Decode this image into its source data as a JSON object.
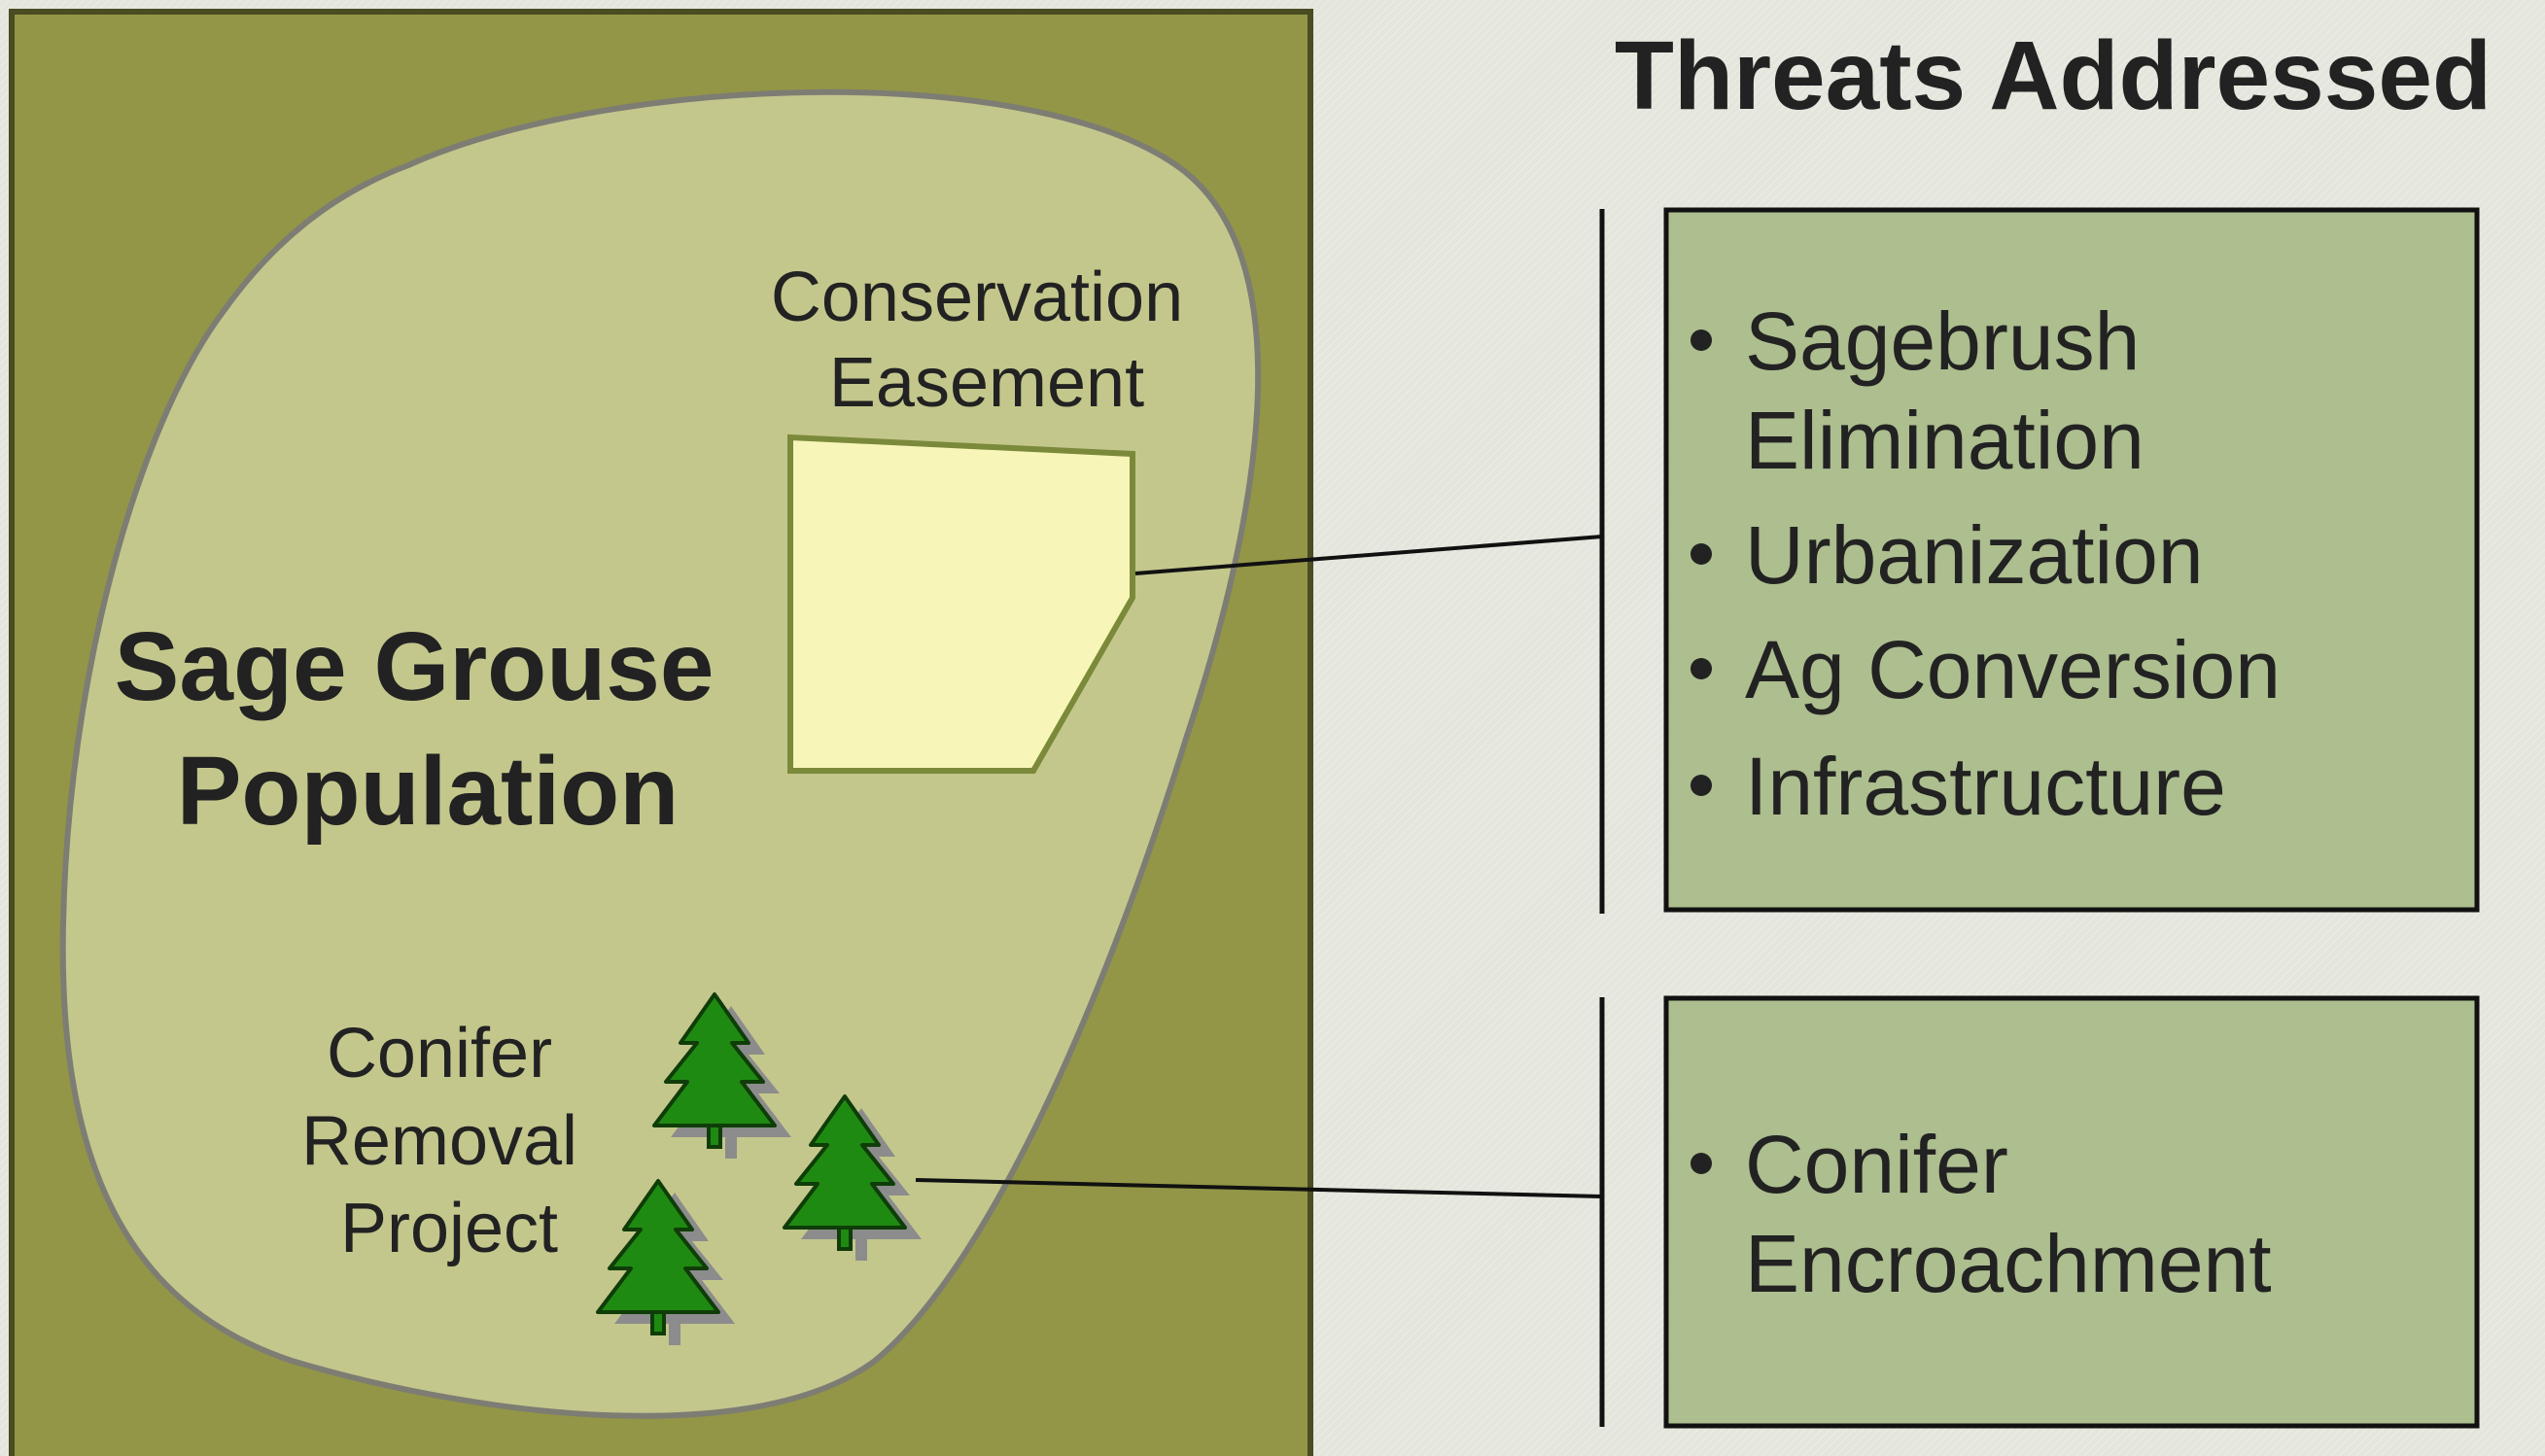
{
  "title": "Threats Addressed",
  "population_label": [
    "Sage Grouse",
    "Population"
  ],
  "easement_label": [
    "Conservation",
    "Easement"
  ],
  "conifer_label": [
    "Conifer",
    "Removal",
    "Project"
  ],
  "threat_groups": [
    {
      "items": [
        "Sagebrush",
        "Elimination",
        "Urbanization",
        "Ag Conversion",
        "Infrastructure"
      ]
    },
    {
      "items": [
        "Conifer",
        "Encroachment"
      ]
    }
  ],
  "colors": {
    "outer_area": "#939646",
    "population_blob": "#c4c78c",
    "easement": "#f8f5b8",
    "easement_stroke": "#7a8a3a",
    "threat_box": "#adbe8f",
    "tree": "#1f8a12",
    "text": "#222222"
  },
  "icons": [
    "pine-tree-icon",
    "pine-tree-icon",
    "pine-tree-icon"
  ]
}
